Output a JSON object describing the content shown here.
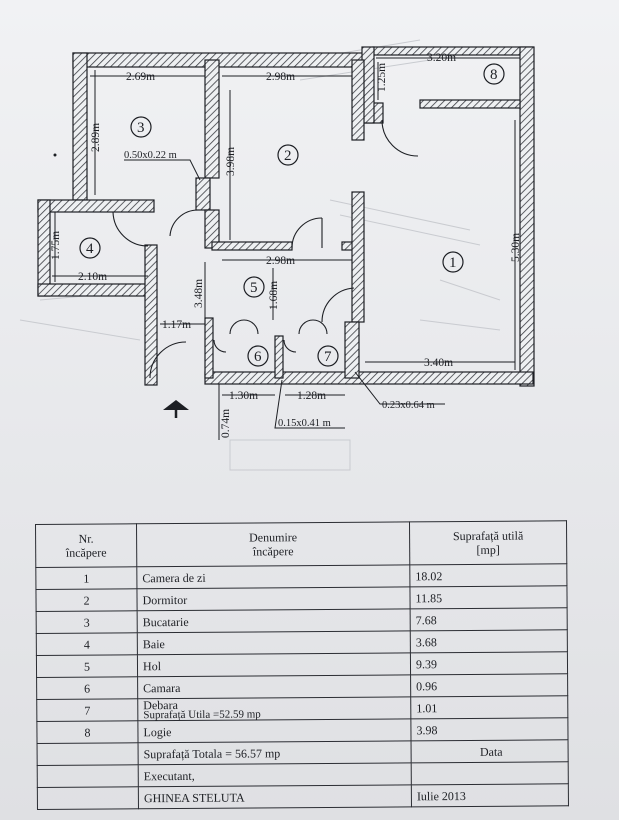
{
  "plan": {
    "dims": {
      "w269": "2.69m",
      "w298": "2.98m",
      "w125": "1.25m",
      "w320": "3.20m",
      "h289": "2.89m",
      "door050": "0.50x0.22 m",
      "h398": "3.98m",
      "h175": "1.75m",
      "w210": "2.10m",
      "w298b": "2.98m",
      "h348": "3.48m",
      "h168": "1.68m",
      "h530": "5.30m",
      "w117": "1.17m",
      "w340": "3.40m",
      "w130": "1.30m",
      "w128": "1.28m",
      "d023": "0.23x0.64 m",
      "h074": "0.74m",
      "d015": "0.15x0.41 m"
    },
    "room_labels": [
      "1",
      "2",
      "3",
      "4",
      "5",
      "6",
      "7",
      "8"
    ]
  },
  "table": {
    "header": {
      "nr": "Nr.",
      "nr_sub": "încăpere",
      "name": "Denumire",
      "name_sub": "încăpere",
      "area": "Suprafață utilă",
      "area_sub": "[mp]"
    },
    "rows": [
      {
        "nr": "1",
        "name": "Camera de zi",
        "area": "18.02"
      },
      {
        "nr": "2",
        "name": "Dormitor",
        "area": "11.85"
      },
      {
        "nr": "3",
        "name": "Bucatarie",
        "area": "7.68"
      },
      {
        "nr": "4",
        "name": "Baie",
        "area": "3.68"
      },
      {
        "nr": "5",
        "name": "Hol",
        "area": "9.39"
      },
      {
        "nr": "6",
        "name": "Camara",
        "area": "0.96"
      },
      {
        "nr": "7",
        "name": "Debara",
        "area": "1.01"
      }
    ],
    "useful_total": "Suprafață Utila =52.59 mp",
    "logie": {
      "nr": "8",
      "name": "Logie",
      "area": "3.98"
    },
    "total": "Suprafață Totala = 56.57 mp",
    "executant": "Executant,",
    "data_label": "Data",
    "author": "GHINEA STELUTA",
    "date": "Iulie 2013"
  },
  "colors": {
    "ink": "#1d1f24",
    "paper": "#eceef0"
  }
}
